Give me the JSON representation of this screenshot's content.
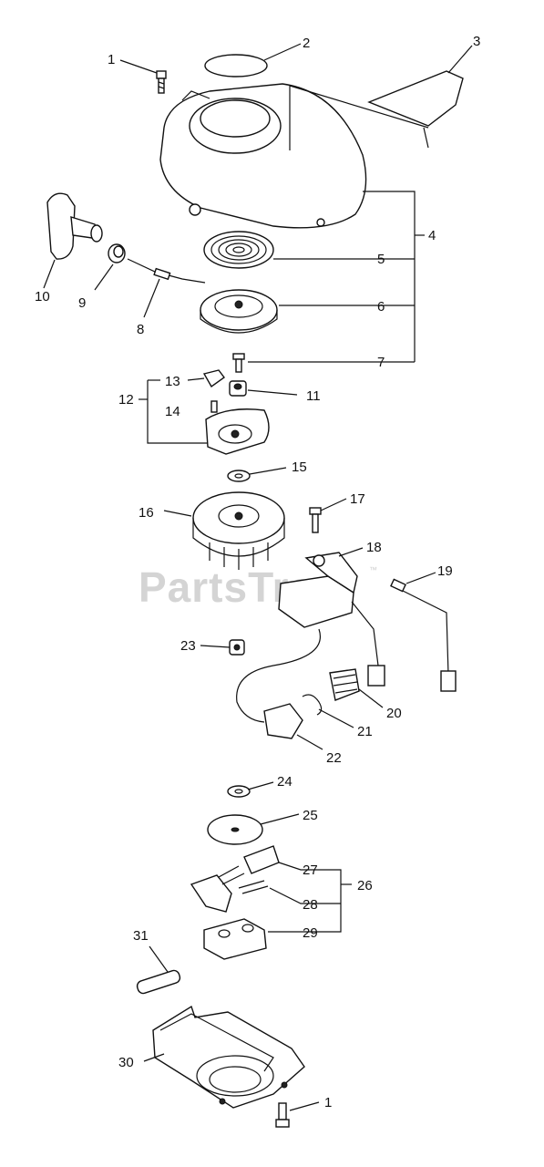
{
  "watermark": {
    "text": "PartsTree",
    "mark": "™"
  },
  "callouts": [
    "1",
    "2",
    "3",
    "4",
    "5",
    "6",
    "7",
    "8",
    "9",
    "10",
    "11",
    "12",
    "13",
    "14",
    "15",
    "16",
    "17",
    "18",
    "19",
    "20",
    "21",
    "22",
    "23",
    "24",
    "25",
    "26",
    "27",
    "28",
    "29",
    "30",
    "31",
    "1"
  ]
}
